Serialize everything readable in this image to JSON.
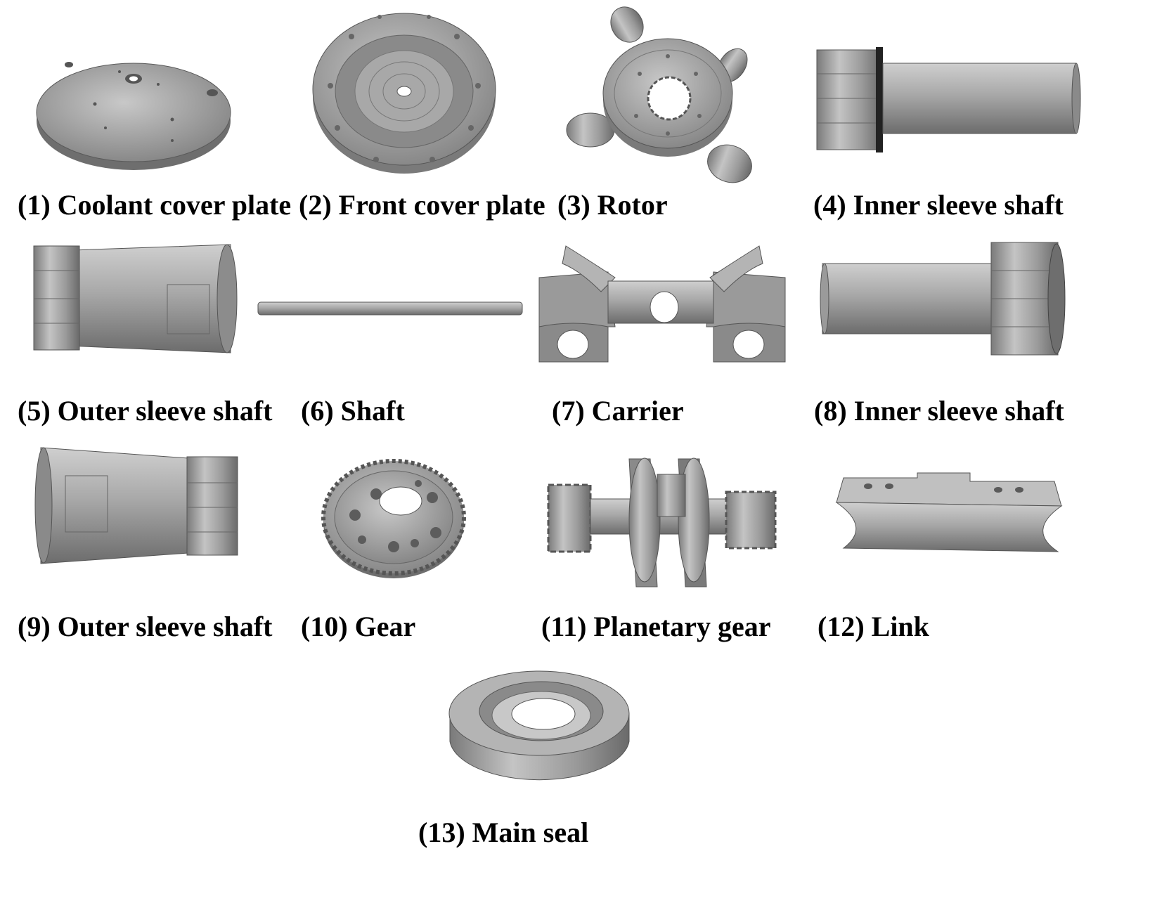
{
  "figure": {
    "colors": {
      "metal_light": "#c9c9c9",
      "metal_mid": "#9e9e9e",
      "metal_dark": "#6f6f6f",
      "edge": "#4a4a4a"
    },
    "parts": [
      {
        "caption": "(1) Coolant cover plate",
        "icon": "coolant-cover-plate-icon"
      },
      {
        "caption": "(2) Front cover plate",
        "icon": "front-cover-plate-icon"
      },
      {
        "caption": "(3) Rotor",
        "icon": "rotor-icon"
      },
      {
        "caption": "(4) Inner sleeve shaft",
        "icon": "inner-sleeve-shaft-icon"
      },
      {
        "caption": "(5) Outer sleeve shaft",
        "icon": "outer-sleeve-shaft-icon"
      },
      {
        "caption": "(6) Shaft",
        "icon": "shaft-icon"
      },
      {
        "caption": "(7) Carrier",
        "icon": "carrier-icon"
      },
      {
        "caption": "(8) Inner sleeve shaft",
        "icon": "inner-sleeve-shaft-icon"
      },
      {
        "caption": "(9) Outer sleeve shaft",
        "icon": "outer-sleeve-shaft-icon"
      },
      {
        "caption": "(10) Gear",
        "icon": "gear-icon"
      },
      {
        "caption": "(11) Planetary gear",
        "icon": "planetary-gear-icon"
      },
      {
        "caption": "(12) Link",
        "icon": "link-icon"
      },
      {
        "caption": "(13) Main seal",
        "icon": "main-seal-icon"
      }
    ]
  }
}
